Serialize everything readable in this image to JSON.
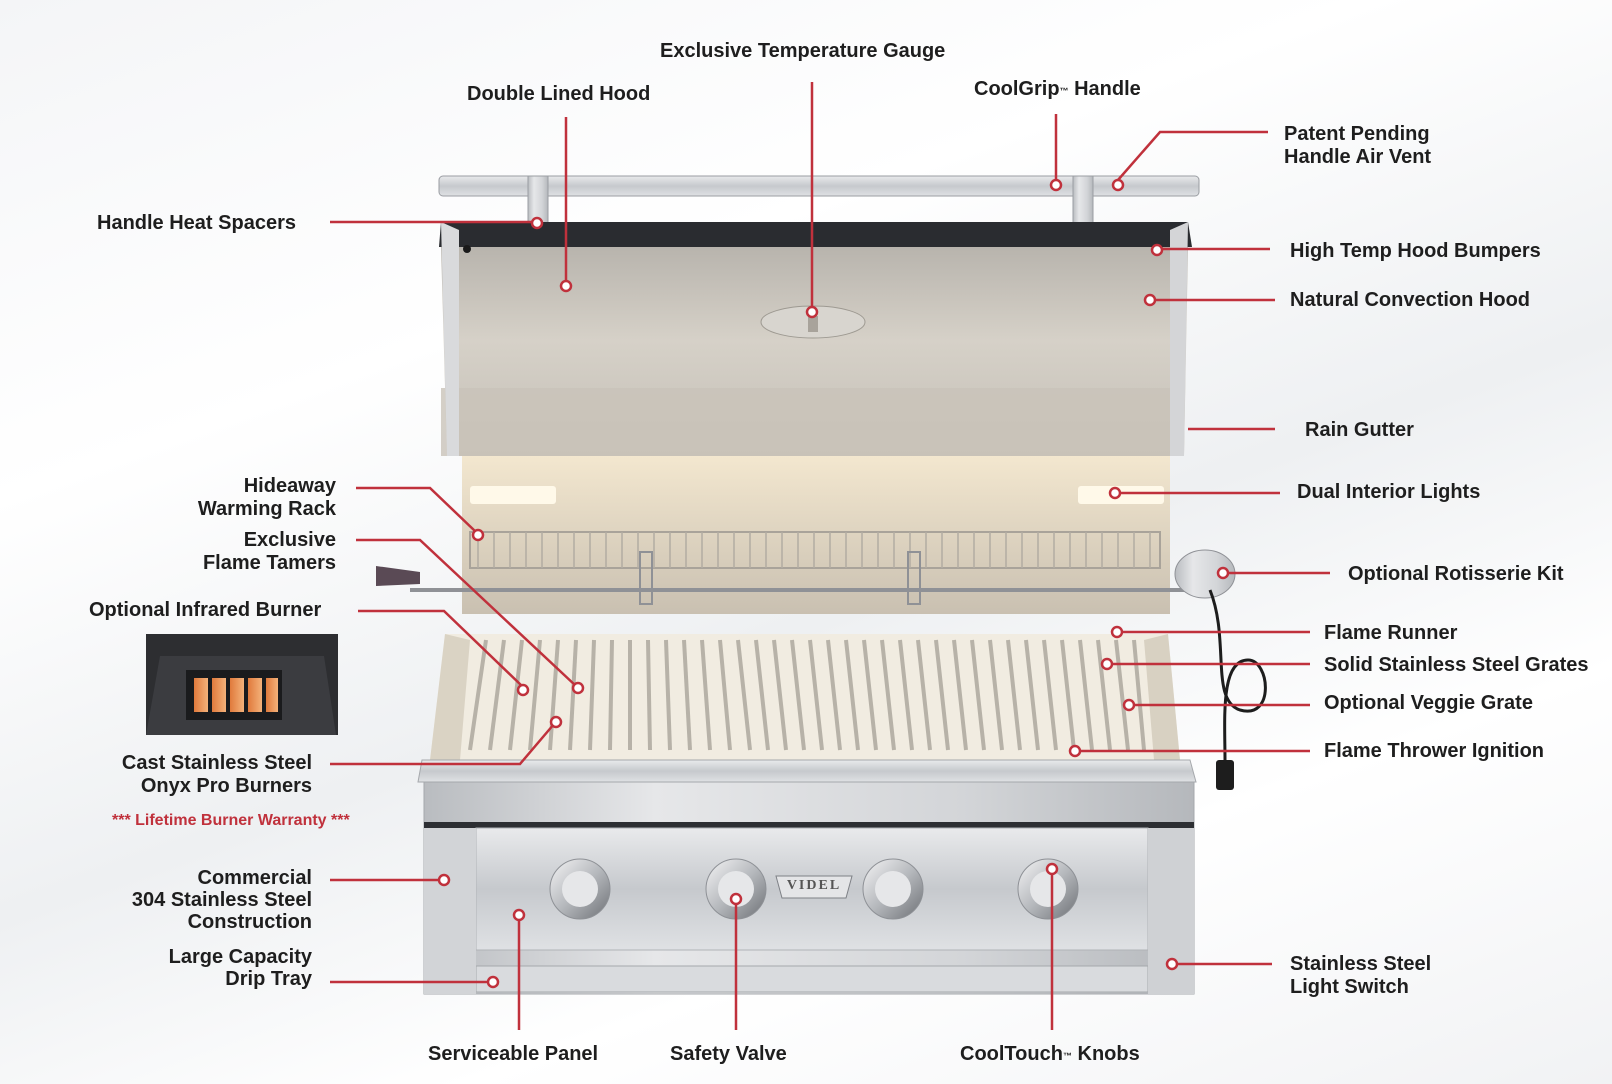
{
  "brand_badge": "VIDEL",
  "labels": {
    "exclusive_temperature_gauge": "Exclusive Temperature Gauge",
    "double_lined_hood": "Double Lined Hood",
    "coolgrip_handle": "CoolGrip",
    "coolgrip_handle_suffix": "Handle",
    "trademark": "™",
    "patent_pending_line1": "Patent Pending",
    "patent_pending_line2": "Handle Air Vent",
    "handle_heat_spacers": "Handle Heat Spacers",
    "high_temp_hood_bumpers": "High Temp Hood Bumpers",
    "natural_convection_hood": "Natural Convection Hood",
    "rain_gutter": "Rain Gutter",
    "hideaway_line1": "Hideaway",
    "hideaway_line2": "Warming Rack",
    "dual_interior_lights": "Dual Interior Lights",
    "flame_tamers_line1": "Exclusive",
    "flame_tamers_line2": "Flame Tamers",
    "optional_rotisserie_kit": "Optional Rotisserie Kit",
    "optional_infrared_burner": "Optional Infrared Burner",
    "flame_runner": "Flame Runner",
    "solid_grates": "Solid Stainless Steel Grates",
    "optional_veggie_grate": "Optional Veggie Grate",
    "flame_thrower_ignition": "Flame Thrower Ignition",
    "cast_burners_line1": "Cast Stainless Steel",
    "cast_burners_line2": "Onyx Pro Burners",
    "lifetime_warranty": "*** Lifetime Burner Warranty ***",
    "commercial_line1": "Commercial",
    "commercial_line2": "304 Stainless Steel",
    "commercial_line3": "Construction",
    "drip_tray_line1": "Large Capacity",
    "drip_tray_line2": "Drip Tray",
    "light_switch_line1": "Stainless Steel",
    "light_switch_line2": "Light Switch",
    "serviceable_panel": "Serviceable Panel",
    "safety_valve": "Safety Valve",
    "cooltouch_knobs": "CoolTouch",
    "cooltouch_knobs_suffix": "Knobs"
  },
  "colors": {
    "callout_red": "#c0313c",
    "label_text": "#1e1e1e",
    "stainless": "#c9ccd0"
  }
}
